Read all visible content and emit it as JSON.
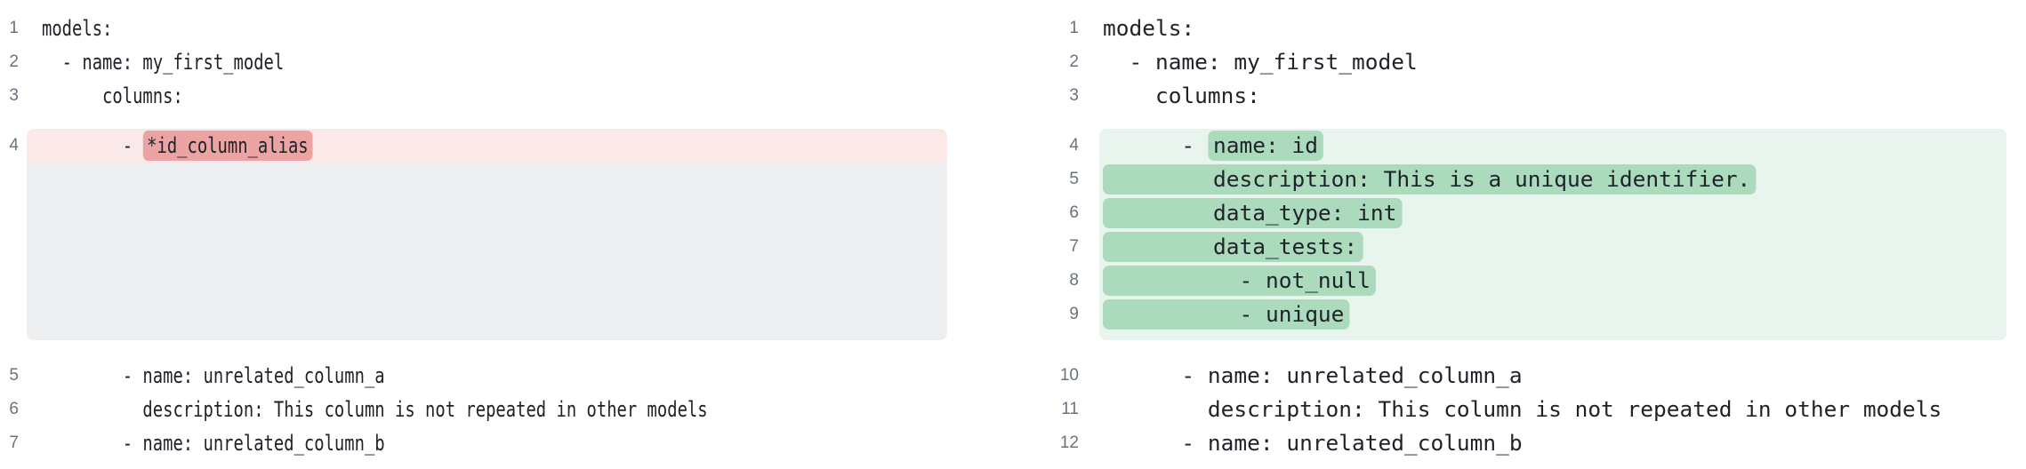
{
  "colors": {
    "code_text": "#1f2329",
    "line_number": "#6a7280",
    "removed_row_bg": "#fbe9e9",
    "removed_chip_bg": "#eca3a3",
    "removed_placeholder_bg": "#eceef0",
    "added_row_bg": "#e9f4ee",
    "added_chip_bg": "#abdabd",
    "page_bg": "#ffffff"
  },
  "left_pane": {
    "role": "before",
    "lines": [
      {
        "num": "1",
        "row": "plain",
        "parts": [
          {
            "t": "models:",
            "chip": false
          }
        ]
      },
      {
        "num": "2",
        "row": "plain",
        "parts": [
          {
            "t": "  - name: my_first_model",
            "chip": false
          }
        ]
      },
      {
        "num": "3",
        "row": "plain",
        "parts": [
          {
            "t": "      columns:",
            "chip": false
          }
        ]
      },
      {
        "num": "4",
        "row": "removed",
        "block_pos": "start",
        "parts": [
          {
            "t": "        - ",
            "chip": false
          },
          {
            "t": "*id_column_alias",
            "chip": true
          }
        ]
      },
      {
        "num": "",
        "row": "placeholder",
        "block_pos": "end",
        "parts": []
      },
      {
        "num": "5",
        "row": "plain",
        "gap_before": true,
        "parts": [
          {
            "t": "        - name: unrelated_column_a",
            "chip": false
          }
        ]
      },
      {
        "num": "6",
        "row": "plain",
        "parts": [
          {
            "t": "          description: This column is not repeated in other models",
            "chip": false
          }
        ]
      },
      {
        "num": "7",
        "row": "plain",
        "parts": [
          {
            "t": "        - name: unrelated_column_b",
            "chip": false
          }
        ]
      }
    ]
  },
  "right_pane": {
    "role": "after",
    "lines": [
      {
        "num": "1",
        "row": "plain",
        "parts": [
          {
            "t": "models:",
            "chip": false
          }
        ]
      },
      {
        "num": "2",
        "row": "plain",
        "parts": [
          {
            "t": "  - name: my_first_model",
            "chip": false
          }
        ]
      },
      {
        "num": "3",
        "row": "plain",
        "parts": [
          {
            "t": "    columns:",
            "chip": false
          }
        ]
      },
      {
        "num": "4",
        "row": "added",
        "block_pos": "start",
        "parts": [
          {
            "t": "      - ",
            "chip": false
          },
          {
            "t": "name: id",
            "chip": true
          }
        ]
      },
      {
        "num": "5",
        "row": "added",
        "parts": [
          {
            "t": "        description: This is a unique identifier.",
            "chip": true
          }
        ]
      },
      {
        "num": "6",
        "row": "added",
        "parts": [
          {
            "t": "        data_type: int",
            "chip": true
          }
        ]
      },
      {
        "num": "7",
        "row": "added",
        "parts": [
          {
            "t": "        data_tests:",
            "chip": true
          }
        ]
      },
      {
        "num": "8",
        "row": "added",
        "parts": [
          {
            "t": "          - not_null",
            "chip": true
          }
        ]
      },
      {
        "num": "9",
        "row": "added",
        "parts": [
          {
            "t": "          - unique",
            "chip": true
          }
        ]
      },
      {
        "num": "",
        "row": "added-pad",
        "block_pos": "end",
        "parts": []
      },
      {
        "num": "10",
        "row": "plain",
        "gap_before": true,
        "parts": [
          {
            "t": "      - name: unrelated_column_a",
            "chip": false
          }
        ]
      },
      {
        "num": "11",
        "row": "plain",
        "parts": [
          {
            "t": "        description: This column is not repeated in other models",
            "chip": false
          }
        ]
      },
      {
        "num": "12",
        "row": "plain",
        "parts": [
          {
            "t": "      - name: unrelated_column_b",
            "chip": false
          }
        ]
      }
    ]
  }
}
